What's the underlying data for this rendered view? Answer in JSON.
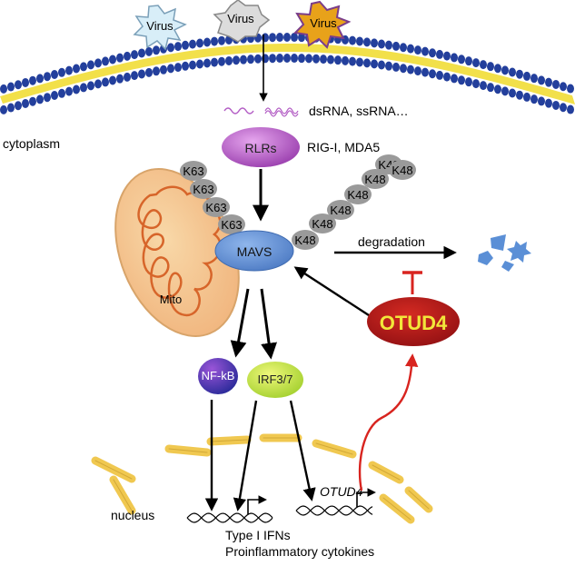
{
  "viruses": [
    {
      "label": "Virus",
      "color": "#d8eef8",
      "border": "#7a9fb8"
    },
    {
      "label": "Virus",
      "color": "#dcdcdc",
      "border": "#888888"
    },
    {
      "label": "Virus",
      "color": "#e8a21a",
      "border": "#7a3d8a"
    }
  ],
  "compartments": {
    "cytoplasm": "cytoplasm",
    "nucleus": "nucleus",
    "mito": "Mito"
  },
  "rna_label": "dsRNA, ssRNA…",
  "rlrs": {
    "label": "RLRs",
    "subtitle": "RIG-I, MDA5",
    "color": "#b25bc4"
  },
  "mavs": {
    "label": "MAVS",
    "color": "#5b8fd6"
  },
  "k63_chain": [
    "K63",
    "K63",
    "K63",
    "K63"
  ],
  "k48_chain": [
    "K48",
    "K48",
    "K48",
    "K48",
    "K48",
    "K48",
    "K48"
  ],
  "degradation_label": "degradation",
  "otud4": {
    "label": "OTUD4",
    "color": "#b5171b",
    "text_color": "#f2e63a"
  },
  "nfkb": {
    "label": "NF-kB"
  },
  "irf": {
    "label": "IRF3/7"
  },
  "gene_label": "OTUD4",
  "outputs": [
    "Type I IFNs",
    "Proinflammatory cytokines"
  ],
  "colors": {
    "membrane_head": "#233f9c",
    "membrane_tail": "#f2e04a",
    "ubiquitin": "#9a9a9a",
    "inhibit": "#d8241f",
    "arrow": "#000000",
    "fragments": "#5b8fd6",
    "nuclear_envelope": "#f0c850"
  }
}
